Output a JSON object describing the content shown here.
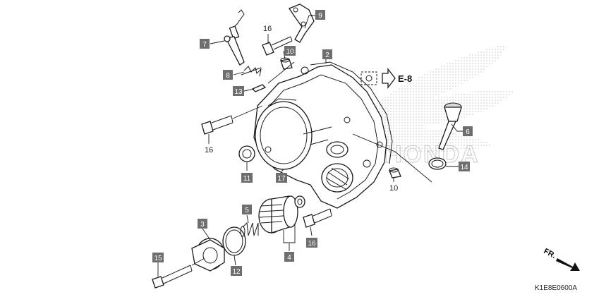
{
  "diagram": {
    "reference_code": "K1E8E0600A",
    "cross_reference": "E-8",
    "direction_label": "FR.",
    "watermark_text": "HONDA",
    "tagged_labels": {
      "p2": "2",
      "p3": "3",
      "p4": "4",
      "p5": "5",
      "p6": "6",
      "p7": "7",
      "p8": "8",
      "p9": "9",
      "p10": "10",
      "p11": "11",
      "p12": "12",
      "p13": "13",
      "p14": "14",
      "p15": "15",
      "p16": "16",
      "p17": "17"
    },
    "plain_labels": {
      "bolt16_top": "16",
      "bolt16_left": "16",
      "collar10_right": "10"
    }
  },
  "colors": {
    "tag_fill": "#6e6e6e",
    "tag_text": "#ffffff",
    "line": "#1a1a1a",
    "watermark": "#c8c8c8"
  }
}
